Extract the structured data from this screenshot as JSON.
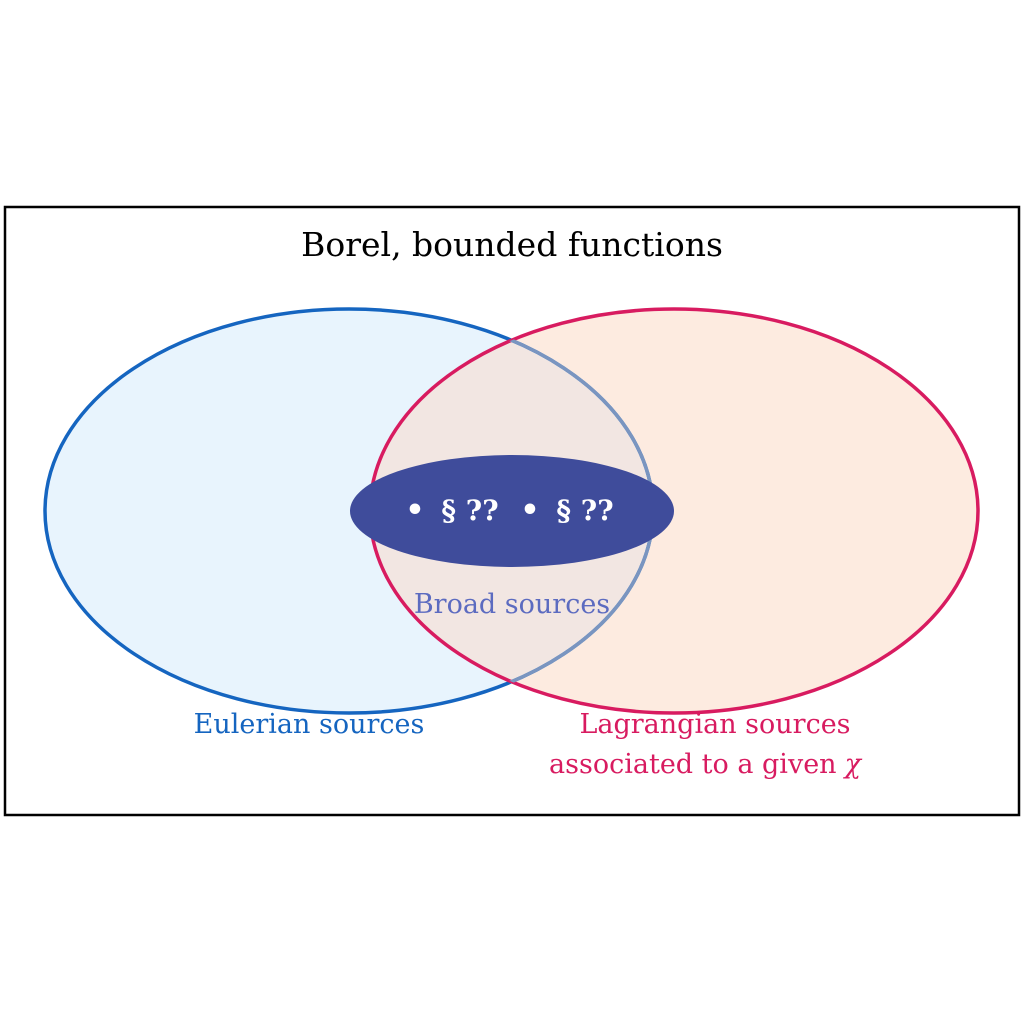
{
  "diagram": {
    "universe_label": "Borel, bounded functions",
    "sets": {
      "eulerian": {
        "label": "Eulerian sources",
        "stroke": "#1565c0",
        "fill": "#e8f4fd"
      },
      "lagrangian": {
        "label_line1": "Lagrangian sources",
        "label_line2": "associated to a given",
        "label_symbol": "χ",
        "stroke": "#d81b60",
        "fill": "#fdebe0"
      },
      "intersection_fill": "#f2e6e2",
      "intersection_stroke": "#7a95c0",
      "broad": {
        "label": "Broad sources",
        "fill": "#3f4c9b",
        "label_color": "#5c6bc0"
      }
    },
    "references": [
      {
        "bullet": "•",
        "text": "§ ??"
      },
      {
        "bullet": "•",
        "text": "§ ??"
      }
    ]
  }
}
